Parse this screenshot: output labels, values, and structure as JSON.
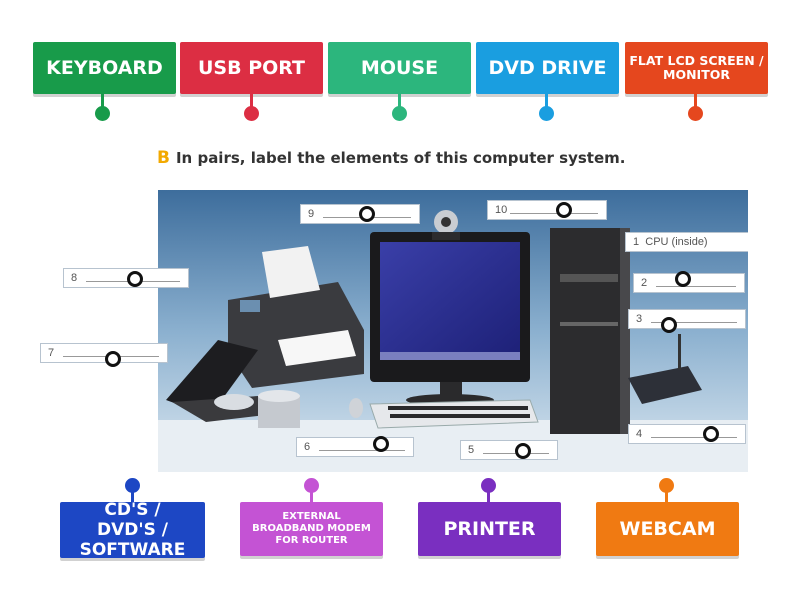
{
  "instruction": {
    "letter": "B",
    "text": "In pairs, label the elements of this computer system."
  },
  "top_tiles": [
    {
      "label": "KEYBOARD",
      "color": "#189b4a"
    },
    {
      "label": "USB PORT",
      "color": "#dc2e43"
    },
    {
      "label": "MOUSE",
      "color": "#2cb67d"
    },
    {
      "label": "DVD DRIVE",
      "color": "#1a9ee0"
    },
    {
      "label": "FLAT LCD SCREEN / MONITOR",
      "color": "#e5471e"
    }
  ],
  "bottom_tiles": [
    {
      "label": "CD'S / DVD'S / SOFTWARE",
      "color": "#1d47c4"
    },
    {
      "label": "EXTERNAL BROADBAND MODEM FOR ROUTER",
      "color": "#c453d4"
    },
    {
      "label": "PRINTER",
      "color": "#7a2fc0"
    },
    {
      "label": "WEBCAM",
      "color": "#f07a12"
    }
  ],
  "labels": [
    {
      "num": "1",
      "text": "CPU (inside)"
    },
    {
      "num": "2",
      "text": ""
    },
    {
      "num": "3",
      "text": ""
    },
    {
      "num": "4",
      "text": ""
    },
    {
      "num": "5",
      "text": ""
    },
    {
      "num": "6",
      "text": ""
    },
    {
      "num": "7",
      "text": ""
    },
    {
      "num": "8",
      "text": ""
    },
    {
      "num": "9",
      "text": ""
    },
    {
      "num": "10",
      "text": ""
    }
  ]
}
